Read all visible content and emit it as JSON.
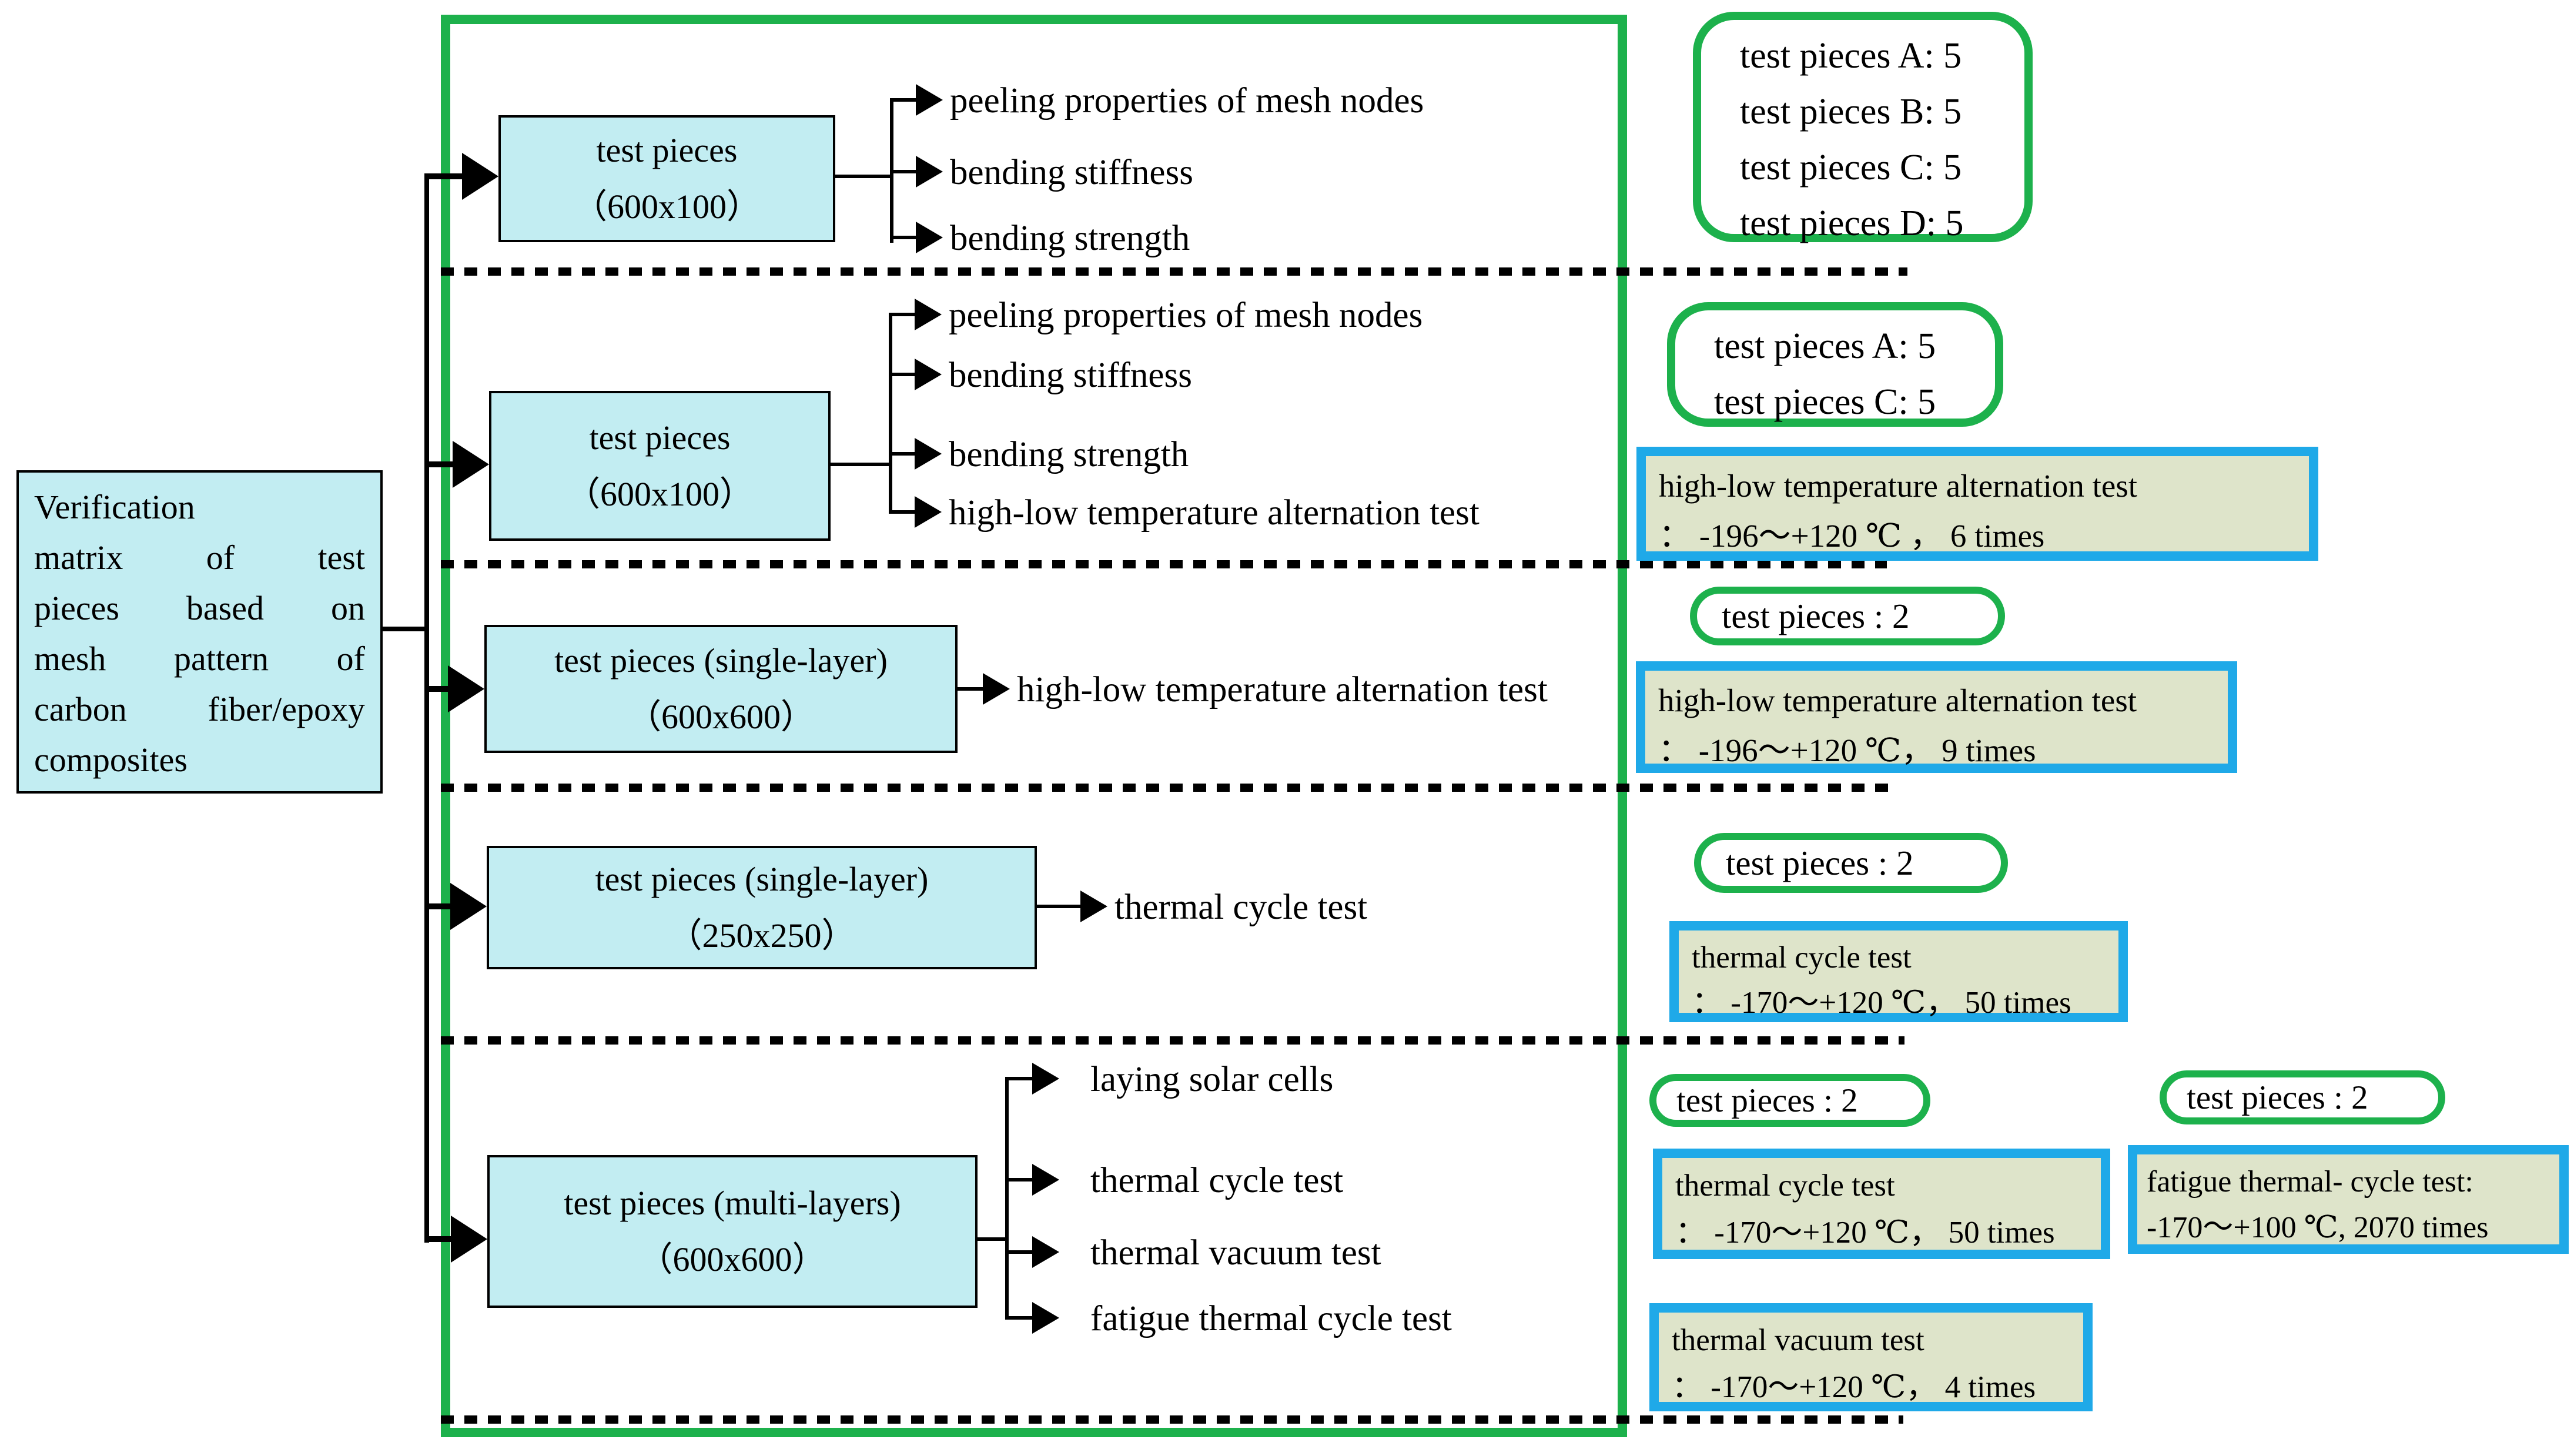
{
  "title_box": {
    "lines": [
      "Verification",
      "matrix of test",
      "pieces based on",
      "mesh pattern of",
      "carbon fiber/epoxy",
      "composites"
    ]
  },
  "branches": [
    {
      "title": "test pieces",
      "size": "（600x100）",
      "items": [
        "peeling properties of mesh nodes",
        "bending stiffness",
        "bending strength"
      ]
    },
    {
      "title": "test pieces",
      "size": "（600x100）",
      "items": [
        "peeling properties of mesh nodes",
        "bending stiffness",
        "bending strength",
        "high-low temperature alternation test"
      ]
    },
    {
      "title": "test pieces (single-layer)",
      "size": "（600x600）",
      "items": [
        "high-low temperature alternation test"
      ]
    },
    {
      "title": "test pieces (single-layer)",
      "size": "（250x250）",
      "items": [
        "thermal cycle test"
      ]
    },
    {
      "title": "test pieces (multi-layers)",
      "size": "（600x600）",
      "items": [
        "laying solar cells",
        "thermal cycle test",
        "thermal vacuum test",
        "fatigue thermal cycle test"
      ]
    }
  ],
  "annotations": {
    "green1": {
      "lines": [
        "test pieces A: 5",
        "test pieces B: 5",
        "test pieces C: 5",
        "test pieces D: 5"
      ]
    },
    "green2": {
      "lines": [
        "test pieces A: 5",
        "test pieces C: 5"
      ]
    },
    "blue1": {
      "lines": [
        "high-low temperature alternation test",
        "： -196～+120 ℃ ，  6 times"
      ]
    },
    "pill1": {
      "label": "test pieces :  2"
    },
    "blue2": {
      "lines": [
        "high-low temperature alternation test",
        "： -196～+120 ℃，  9 times"
      ]
    },
    "pill2": {
      "label": "test pieces :  2"
    },
    "blue3": {
      "lines": [
        "thermal cycle test",
        "： -170～+120 ℃，  50 times"
      ]
    },
    "pill3": {
      "label": "test pieces : 2"
    },
    "pill4": {
      "label": "test pieces : 2"
    },
    "blue4": {
      "lines": [
        "thermal cycle test",
        "： -170～+120 ℃，  50 times"
      ]
    },
    "blue5": {
      "lines": [
        "fatigue thermal- cycle test:",
        "-170～+100 ℃, 2070 times"
      ]
    },
    "blue6": {
      "lines": [
        "thermal vacuum test",
        "：  -170～+120 ℃，  4 times"
      ]
    }
  },
  "colors": {
    "green": "#1db14c",
    "blue": "#1fa9e8",
    "cyan": "#c2edf2",
    "olive": "#dee4ca",
    "ink": "#000000"
  }
}
